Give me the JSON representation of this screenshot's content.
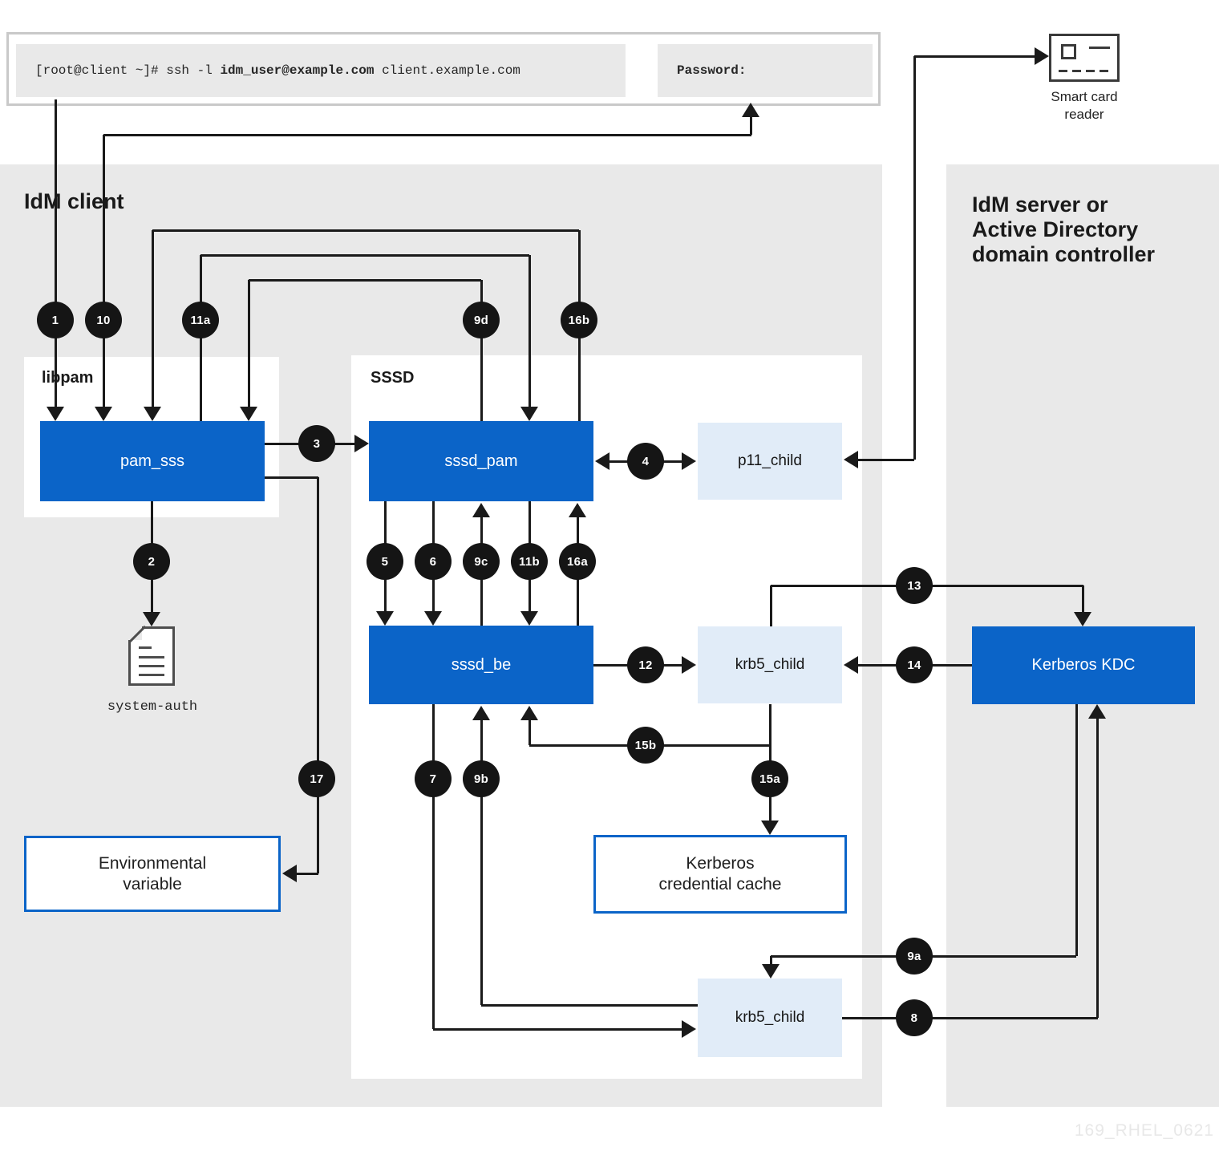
{
  "terminal": {
    "command_prefix": "[root@client ~]# ssh -l ",
    "command_user": "idm_user@example.com",
    "command_suffix": " client.example.com",
    "password_label": "Password:"
  },
  "smart_card_reader": {
    "label": "Smart card\nreader"
  },
  "regions": {
    "client_title": "IdM client",
    "server_title": "IdM server or\nActive Directory\ndomain controller"
  },
  "groups": {
    "libpam_label": "libpam",
    "sssd_label": "SSSD"
  },
  "nodes": {
    "pam_sss": "pam_sss",
    "sssd_pam": "sssd_pam",
    "sssd_be": "sssd_be",
    "p11_child": "p11_child",
    "krb5_child_upper": "krb5_child",
    "krb5_child_lower": "krb5_child",
    "kerberos_kdc": "Kerberos KDC",
    "environmental_variable": "Environmental\nvariable",
    "kerberos_credential_cache": "Kerberos\ncredential cache",
    "system_auth_file": "system-auth"
  },
  "steps": [
    {
      "label": "1"
    },
    {
      "label": "10"
    },
    {
      "label": "11a"
    },
    {
      "label": "9d"
    },
    {
      "label": "16b"
    },
    {
      "label": "3"
    },
    {
      "label": "4"
    },
    {
      "label": "2"
    },
    {
      "label": "5"
    },
    {
      "label": "6"
    },
    {
      "label": "9c"
    },
    {
      "label": "11b"
    },
    {
      "label": "16a"
    },
    {
      "label": "12"
    },
    {
      "label": "13"
    },
    {
      "label": "14"
    },
    {
      "label": "15b"
    },
    {
      "label": "15a"
    },
    {
      "label": "17"
    },
    {
      "label": "7"
    },
    {
      "label": "9b"
    },
    {
      "label": "9a"
    },
    {
      "label": "8"
    }
  ],
  "watermark": "169_RHEL_0621",
  "colors": {
    "accent_blue": "#0b64c8",
    "light_blue": "#e1ecf8",
    "region_gray": "#e9e9e9",
    "badge_black": "#151515",
    "line_black": "#1a1a1a"
  }
}
